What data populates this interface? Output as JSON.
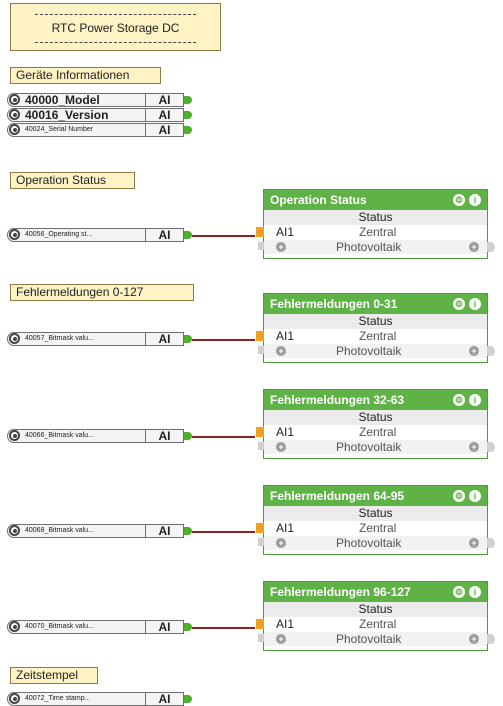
{
  "title": "RTC Power Storage DC",
  "sections": {
    "geraete": "Geräte Informationen",
    "operation": "Operation Status",
    "fehler": "Fehlermeldungen 0-127",
    "zeit": "Zeitstempel"
  },
  "ai_label": "AI",
  "nodes": {
    "model": "40000_Model",
    "version": "40016_Version",
    "serial": "40024_Serial Number",
    "operating": "40056_Operating st...",
    "bitmask1": "40057_Bitmask valu...",
    "bitmask2": "40066_Bitmask valu...",
    "bitmask3": "40068_Bitmask valu...",
    "bitmask4": "40070_Bitmask valu...",
    "timestamp": "40072_Time stamp..."
  },
  "blocks": [
    {
      "title": "Operation Status",
      "row1": "Status",
      "input": "AI1",
      "row2": "Zentral",
      "row3": "Photovoltaik"
    },
    {
      "title": "Fehlermeldungen 0-31",
      "row1": "Status",
      "input": "AI1",
      "row2": "Zentral",
      "row3": "Photovoltaik"
    },
    {
      "title": "Fehlermeldungen 32-63",
      "row1": "Status",
      "input": "AI1",
      "row2": "Zentral",
      "row3": "Photovoltaik"
    },
    {
      "title": "Fehlermeldungen 64-95",
      "row1": "Status",
      "input": "AI1",
      "row2": "Zentral",
      "row3": "Photovoltaik"
    },
    {
      "title": "Fehlermeldungen 96-127",
      "row1": "Status",
      "input": "AI1",
      "row2": "Zentral",
      "row3": "Photovoltaik"
    }
  ],
  "icons": {
    "settings": "gear-icon",
    "info": "info-icon",
    "add": "plus-icon"
  },
  "colors": {
    "block_header": "#5fb346",
    "comment_bg": "#fdf3c4",
    "wire": "#8b2222",
    "port": "#4caf2d",
    "input_port": "#f0a020"
  }
}
